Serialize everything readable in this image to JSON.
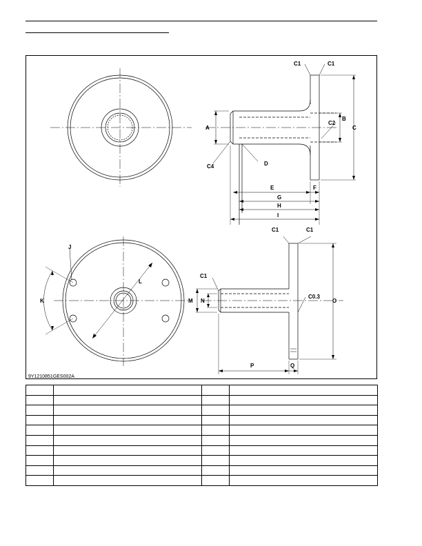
{
  "figure": {
    "code": "9Y1210851GES002A",
    "labels": {
      "A": "A",
      "B": "B",
      "C": "C",
      "C1": "C1",
      "C2": "C2",
      "C4": "C4",
      "C03": "C0.3",
      "D": "D",
      "E": "E",
      "F": "F",
      "G": "G",
      "H": "H",
      "I": "I",
      "J": "J",
      "K": "K",
      "L": "L",
      "M": "M",
      "N": "N",
      "O": "O",
      "P": "P",
      "Q": "Q"
    }
  },
  "table": {
    "rows": [
      [
        "",
        "",
        "",
        ""
      ],
      [
        "",
        "",
        "",
        ""
      ],
      [
        "",
        "",
        "",
        ""
      ],
      [
        "",
        "",
        "",
        ""
      ],
      [
        "",
        "",
        "",
        ""
      ],
      [
        "",
        "",
        "",
        ""
      ],
      [
        "",
        "",
        "",
        ""
      ],
      [
        "",
        "",
        "",
        ""
      ],
      [
        "",
        "",
        "",
        ""
      ],
      [
        "",
        "",
        "",
        ""
      ]
    ]
  }
}
